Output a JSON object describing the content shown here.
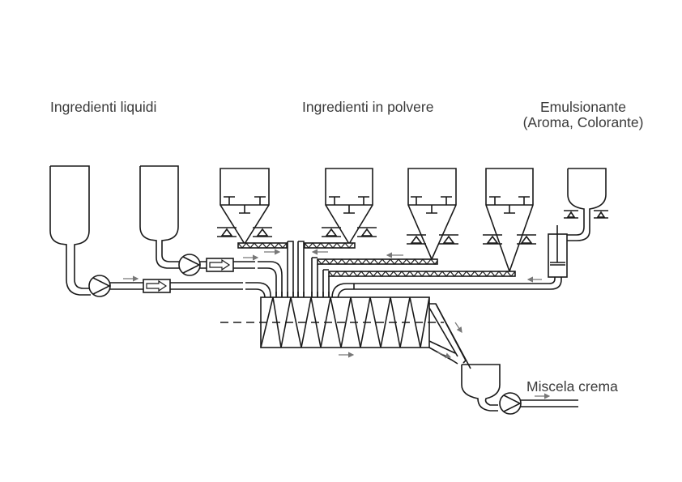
{
  "diagram": {
    "title": "Process flow diagram — cream mixture production",
    "labels": {
      "liquid_ingredients": "Ingredienti liquidi",
      "powder_ingredients": "Ingredienti in polvere",
      "emulsifier_line1": "Emulsionante",
      "emulsifier_line2": "(Aroma, Colorante)",
      "output": "Miscela crema"
    },
    "nodes": [
      {
        "id": "liquid-tank-1",
        "type": "tank",
        "group": "liquid_ingredients"
      },
      {
        "id": "liquid-tank-2",
        "type": "tank",
        "group": "liquid_ingredients"
      },
      {
        "id": "liquid-pump-1",
        "type": "pump"
      },
      {
        "id": "liquid-pump-2",
        "type": "pump"
      },
      {
        "id": "flow-meter-1",
        "type": "flow-meter"
      },
      {
        "id": "flow-meter-2",
        "type": "flow-meter"
      },
      {
        "id": "powder-silo-1",
        "type": "silo-with-weighing",
        "group": "powder_ingredients"
      },
      {
        "id": "powder-silo-2",
        "type": "silo-with-weighing",
        "group": "powder_ingredients"
      },
      {
        "id": "powder-silo-3",
        "type": "silo-with-weighing",
        "group": "powder_ingredients"
      },
      {
        "id": "powder-silo-4",
        "type": "silo-with-weighing",
        "group": "powder_ingredients"
      },
      {
        "id": "emulsifier-hopper",
        "type": "hopper-with-weighing",
        "group": "emulsifier"
      },
      {
        "id": "dosing-piston",
        "type": "dosing-cylinder"
      },
      {
        "id": "screw-conveyor-1",
        "type": "screw-conveyor"
      },
      {
        "id": "screw-conveyor-2",
        "type": "screw-conveyor"
      },
      {
        "id": "screw-conveyor-3",
        "type": "screw-conveyor"
      },
      {
        "id": "screw-conveyor-4",
        "type": "screw-conveyor"
      },
      {
        "id": "continuous-mixer",
        "type": "screw-mixer"
      },
      {
        "id": "collection-vessel",
        "type": "vessel"
      },
      {
        "id": "output-pump",
        "type": "pump"
      }
    ],
    "colors": {
      "line": "#1a1a1a",
      "flow_arrow": "#777777",
      "text": "#3a3a3a",
      "background": "#ffffff"
    }
  }
}
